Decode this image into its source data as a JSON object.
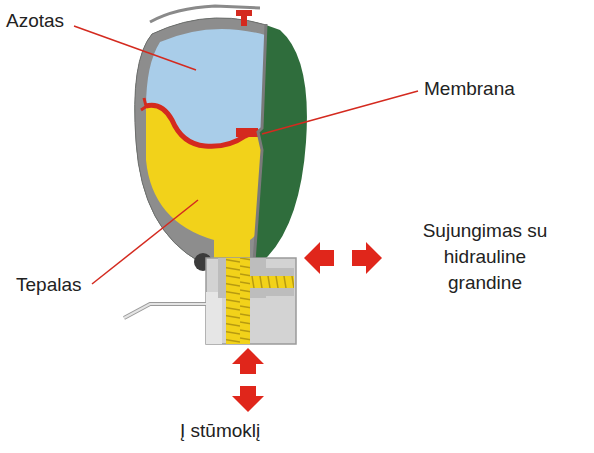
{
  "diagram": {
    "labels": [
      "Azotas",
      "Membrana",
      "Tepalas",
      "Sujungimas su hidrauline grandine",
      "Į stūmoklį"
    ]
  }
}
